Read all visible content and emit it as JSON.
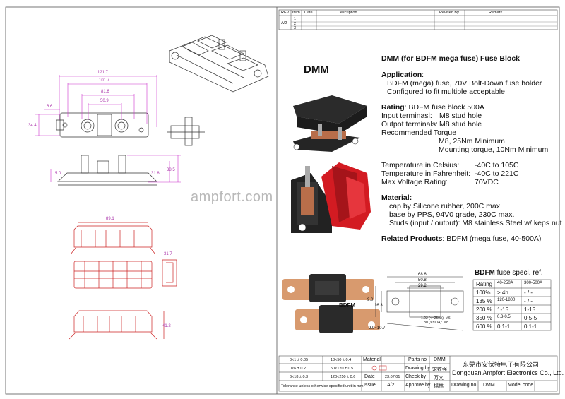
{
  "revision_block": {
    "headers": [
      "REV",
      "Item",
      "Date",
      "Description",
      "Revised By",
      "Remark"
    ],
    "rev": "A/2",
    "item_numbers": [
      "1",
      "2",
      "3"
    ]
  },
  "drawing_dims": {
    "top_view": [
      "121.7",
      "101.7",
      "81.6",
      "50.9",
      "6.6",
      "34.4"
    ],
    "side_view": [
      "5.0",
      "31.8",
      "38.5"
    ],
    "cover_views": [
      "89.1",
      "31.7",
      "41.2"
    ]
  },
  "product": {
    "code": "DMM",
    "title": "DMM (for BDFM mega fuse)  Fuse Block",
    "application_label": "Application",
    "application_lines": [
      "BDFM (mega) fuse, 70V Bolt-Down fuse holder",
      "Configured to fit multiple acceptable"
    ],
    "rating_label": "Rating",
    "rating_value": ": BDFM fuse block 500A",
    "input_label": "Input terminasl:",
    "input_value": "M8 stud hole",
    "output_label": "Outpot terminals:",
    "output_value": "M8 stud hole",
    "torque_label": "Recommended Torque",
    "torque_lines": [
      "M8, 25Nm Minimum",
      "Mounting torque, 10Nm Minimum"
    ],
    "temp_c_label": "Temperature in Celsius:",
    "temp_c_value": "-40C to 105C",
    "temp_f_label": "Temperature in Fahrenheit:",
    "temp_f_value": "-40C to 221C",
    "voltage_label": "Max Voltage Rating:",
    "voltage_value": "70VDC",
    "material_label": "Material",
    "material_lines": [
      "cap by Silicone rubber, 200C max.",
      "base by PPS, 94V0 grade, 230C max.",
      "Studs (input / output): M8 stainless Steel w/ keps nut"
    ],
    "related_label": "Related Products",
    "related_value": ": BDFM (mega fuse, 40-500A)"
  },
  "watermark": "ampfort.com",
  "fuse_drawing": {
    "dims": [
      "68.6",
      "50.8",
      "29.2",
      "9.0",
      "16.3",
      "9.9~10.7"
    ],
    "notes": [
      "1.02 (<=250A): M6",
      "1.80 (>300A): M8"
    ],
    "label": "BDFM"
  },
  "spec_table": {
    "title_bold": "BDFM",
    "title_rest": " fuse speci. ref.",
    "rows": [
      [
        "Rating",
        "40-250A",
        "300-500A"
      ],
      [
        "100%",
        "> 4h",
        "- / -"
      ],
      [
        "135 %",
        "120-1800",
        "- / -"
      ],
      [
        "200 %",
        "1-15",
        "1-15"
      ],
      [
        "350 %",
        "0.3-0.5",
        "0.5-5"
      ],
      [
        "600 %",
        "0.1-1",
        "0.1-1"
      ]
    ]
  },
  "title_block": {
    "tolerance_rows": [
      [
        "0<1 ± 0.05",
        "18<50 ± 0.4"
      ],
      [
        "0<6 ± 0.2",
        "50<120 ± 0.5"
      ],
      [
        "6<18 ± 0.3",
        "120<250 ± 0.6"
      ]
    ],
    "tolerance_note": "Tolerance unless otherwise specified,unit in mm",
    "material_label": "Material",
    "date_label": "Date",
    "date_value": "23.07.01",
    "issue_label": "Issue",
    "issue_value": "A/2",
    "parts_no_label": "Parts no",
    "parts_no_value": "DMM",
    "drawing_by_label": "Drawing by",
    "drawing_by_value": "宋铁强",
    "check_by_label": "Check by",
    "check_by_value": "万文",
    "approve_by_label": "Approve by",
    "approve_by_value": "楊林",
    "drawing_no_label": "Drawing no",
    "drawing_no_value": "DMM",
    "model_code_label": "Model code",
    "company_cn": "东莞市安伏特电子有限公司",
    "company_en": "Dongguan Ampfort Electronics Co., Ltd."
  }
}
